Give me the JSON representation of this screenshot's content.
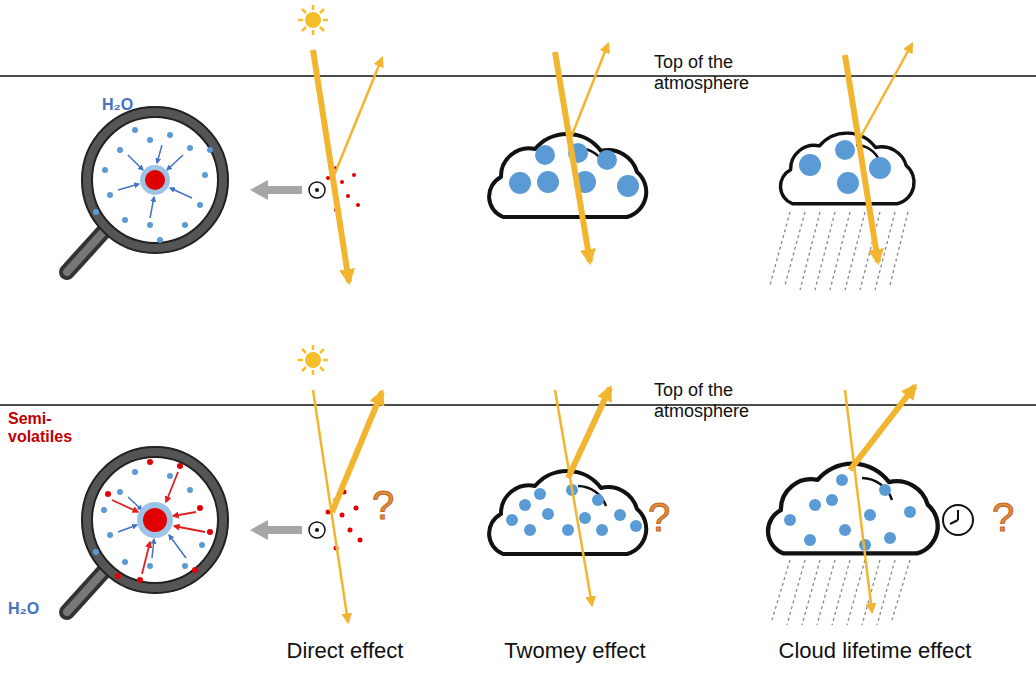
{
  "diagram": {
    "labels": [
      "H₂O",
      "Top of the atmosphere",
      "Top of the atmosphere",
      "Semi-volatiles",
      "H₂O",
      "?",
      "?",
      "?",
      "Direct effect",
      "Twomey effect",
      "Cloud lifetime effect"
    ]
  }
}
